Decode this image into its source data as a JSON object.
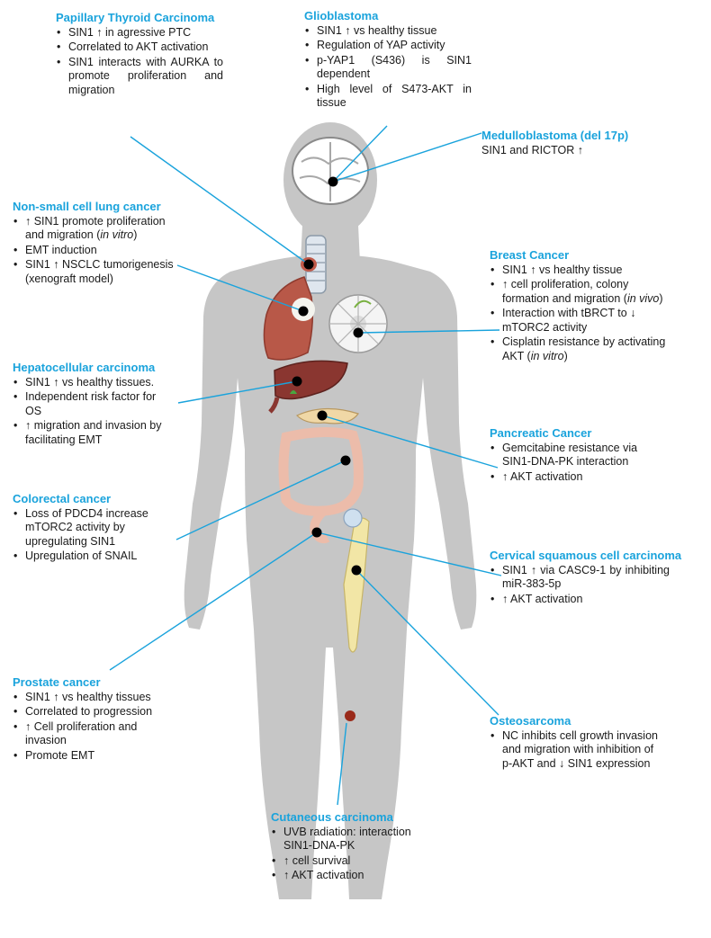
{
  "callouts": {
    "ptc": {
      "title": "Papillary Thyroid Carcinoma",
      "items": [
        "SIN1 ↑ in agressive PTC",
        "Correlated to AKT activation",
        "SIN1 interacts with AURKA to promote proliferation and migration"
      ]
    },
    "gbm": {
      "title": "Glioblastoma",
      "items": [
        "SIN1 ↑ vs healthy tissue",
        "Regulation of YAP activity",
        "p-YAP1 (S436) is SIN1 dependent",
        "High level of S473-AKT in tissue"
      ]
    },
    "medullo": {
      "title": "Medulloblastoma (del 17p)",
      "sub": "SIN1 and RICTOR ↑"
    },
    "nsclc": {
      "title": "Non-small cell lung cancer",
      "items": [
        {
          "text": "↑ SIN1 promote proliferation and migration (",
          "em": "in vitro",
          "after": ")"
        },
        "EMT induction",
        "SIN1 ↑ NSCLC tumorigenesis (xenograft model)"
      ]
    },
    "breast": {
      "title": "Breast Cancer",
      "items": [
        "SIN1 ↑ vs healthy tissue",
        {
          "text": "↑ cell proliferation, colony formation and migration (",
          "em": "in vivo",
          "after": ")"
        },
        "Interaction with tBRCT to ↓ mTORC2 activity",
        {
          "text": "Cisplatin resistance by activating AKT (",
          "em": "in vitro",
          "after": ")"
        }
      ]
    },
    "hcc": {
      "title": "Hepatocellular carcinoma",
      "items": [
        "SIN1 ↑ vs healthy tissues.",
        "Independent risk factor for OS",
        "↑ migration and invasion by facilitating EMT"
      ]
    },
    "pancreatic": {
      "title": "Pancreatic Cancer",
      "items": [
        "Gemcitabine resistance via SIN1-DNA-PK interaction",
        "↑ AKT activation"
      ]
    },
    "colorectal": {
      "title": "Colorectal cancer",
      "items": [
        "Loss of PDCD4 increase mTORC2 activity by upregulating SIN1",
        "Upregulation of SNAIL"
      ]
    },
    "cervical": {
      "title": "Cervical squamous cell carcinoma",
      "items": [
        "SIN1 ↑ via CASC9-1 by inhibiting miR-383-5p",
        "↑ AKT activation"
      ]
    },
    "prostate": {
      "title": "Prostate cancer",
      "items": [
        "SIN1 ↑ vs healthy tissues",
        "Correlated to progression",
        "↑ Cell proliferation and invasion",
        "Promote EMT"
      ]
    },
    "osteo": {
      "title": "Osteosarcoma",
      "items": [
        "NC inhibits cell growth invasion and migration with inhibition of p-AKT and ↓ SIN1 expression"
      ]
    },
    "cutaneous": {
      "title": "Cutaneous carcinoma",
      "items": [
        "UVB radiation: interaction SIN1-DNA-PK",
        "↑ cell survival",
        "↑ AKT activation"
      ]
    }
  },
  "colors": {
    "title": "#1aa3dc",
    "body_silhouette": "#c6c6c6",
    "connector": "#1aa3dc",
    "marker": "#000000"
  }
}
